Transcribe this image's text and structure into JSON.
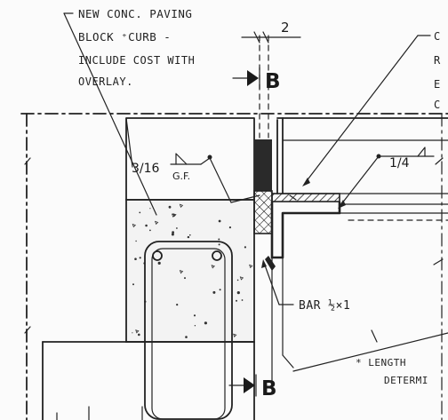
{
  "callouts": {
    "paving_line1": "NEW CONC. PAVING",
    "paving_line2": "BLOCK ⁺CURB -",
    "paving_line3": "INCLUDE COST WITH",
    "paving_line4": "OVERLAY.",
    "bar": "BAR ½×1",
    "length_line1": "* LENGTH",
    "length_line2": "DETERMI",
    "right_c": "C",
    "right_r": "R",
    "right_e": "E",
    "right_c2": "C"
  },
  "dimensions": {
    "gap": "2",
    "weld_left": "3/16",
    "weld_left_sub": "G.F.",
    "weld_right": "1/4"
  },
  "section_marks": {
    "top": "B",
    "bottom": "B"
  }
}
